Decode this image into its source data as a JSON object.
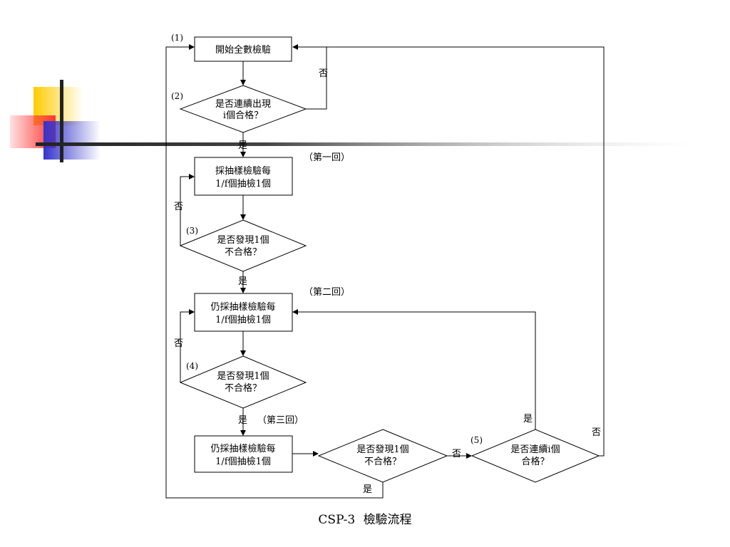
{
  "nodes": {
    "start": "開始全數檢驗",
    "d2": [
      "是否連續出現",
      "i個合格？"
    ],
    "box1": [
      "採抽樣檢驗每",
      "1/f個抽檢1個"
    ],
    "d3": [
      "是否發現1個",
      "不合格？"
    ],
    "box2": [
      "仍採抽樣檢驗每",
      "1/f個抽檢1個"
    ],
    "d4": [
      "是否發現1個",
      "不合格？"
    ],
    "box3": [
      "仍採抽樣檢驗每",
      "1/f個抽檢1個"
    ],
    "d_last": [
      "是否發現1個",
      "不合格？"
    ],
    "d5": [
      "是否連續i個",
      "合格？"
    ]
  },
  "step_numbers": {
    "s1": "(1)",
    "s2": "(2)",
    "s3": "(3)",
    "s4": "(4)",
    "s5": "(5)"
  },
  "rounds": {
    "r1": "（第一回）",
    "r2": "（第二回）",
    "r3": "（第三回）"
  },
  "edge_labels": {
    "yes": "是",
    "no": "否"
  },
  "caption": {
    "code": "CSP-3",
    "title": "檢驗流程"
  },
  "colors": {
    "deco_yellow": "#FFCC00",
    "deco_red": "#FF3333",
    "deco_blue": "#3333CC",
    "line": "#000000"
  }
}
